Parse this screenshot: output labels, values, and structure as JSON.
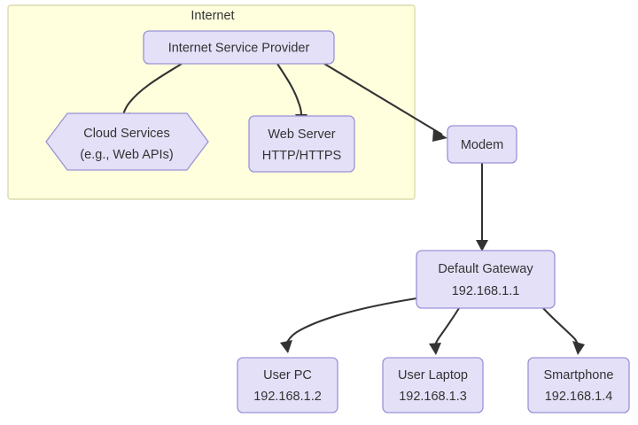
{
  "diagram": {
    "type": "network-topology-flowchart",
    "background_color": "#ffffff",
    "node_fill": "#e3e0f8",
    "node_stroke": "#9a93d6",
    "cluster_fill": "#ffffde",
    "cluster_stroke": "#dcdcae",
    "text_color": "#333333",
    "edge_color": "#333333"
  },
  "cluster": {
    "id": "internet",
    "title": "Internet"
  },
  "nodes": {
    "isp": {
      "id": "isp",
      "shape": "rounded-rect",
      "label": "Internet Service Provider"
    },
    "cloud": {
      "id": "cloud",
      "shape": "hexagon",
      "line1": "Cloud Services",
      "line2": "(e.g., Web APIs)"
    },
    "webserver": {
      "id": "webserver",
      "shape": "rounded-rect",
      "line1": "Web Server",
      "line2": "HTTP/HTTPS"
    },
    "modem": {
      "id": "modem",
      "shape": "rounded-rect",
      "label": "Modem"
    },
    "gateway": {
      "id": "gateway",
      "shape": "rounded-rect",
      "line1": "Default Gateway",
      "line2": "192.168.1.1"
    },
    "userpc": {
      "id": "userpc",
      "shape": "rounded-rect",
      "line1": "User PC",
      "line2": "192.168.1.2"
    },
    "userlaptop": {
      "id": "userlaptop",
      "shape": "rounded-rect",
      "line1": "User Laptop",
      "line2": "192.168.1.3"
    },
    "smartphone": {
      "id": "smartphone",
      "shape": "rounded-rect",
      "line1": "Smartphone",
      "line2": "192.168.1.4"
    }
  },
  "edges": [
    {
      "id": "isp-to-cloud",
      "from": "isp",
      "to": "cloud",
      "arrow": "to"
    },
    {
      "id": "isp-to-webserver",
      "from": "isp",
      "to": "webserver",
      "arrow": "to"
    },
    {
      "id": "isp-to-modem",
      "from": "isp",
      "to": "modem",
      "arrow": "to"
    },
    {
      "id": "modem-to-gateway",
      "from": "modem",
      "to": "gateway",
      "arrow": "to"
    },
    {
      "id": "gateway-to-userpc",
      "from": "gateway",
      "to": "userpc",
      "arrow": "to"
    },
    {
      "id": "gateway-to-userlaptop",
      "from": "gateway",
      "to": "userlaptop",
      "arrow": "to"
    },
    {
      "id": "gateway-to-smartphone",
      "from": "gateway",
      "to": "smartphone",
      "arrow": "to"
    }
  ]
}
